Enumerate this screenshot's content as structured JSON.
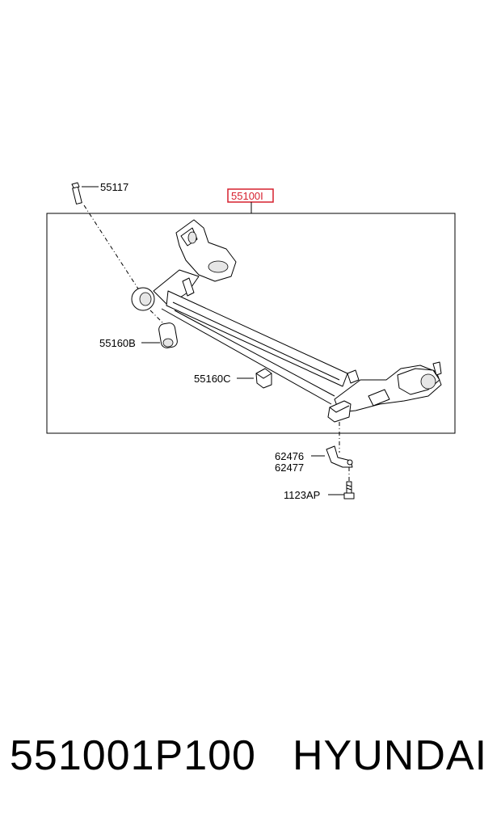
{
  "callouts": {
    "bolt": "55117",
    "assembly": "55100I",
    "bushing": "55160B",
    "bracket_cap": "55160C",
    "clip_a": "62476",
    "clip_b": "62477",
    "bolt_lower": "1123AP"
  },
  "colors": {
    "assembly_highlight": "#d6202e",
    "ink": "#000000"
  },
  "footer": {
    "part_number": "551001P100",
    "brand": "HYUNDAI"
  }
}
